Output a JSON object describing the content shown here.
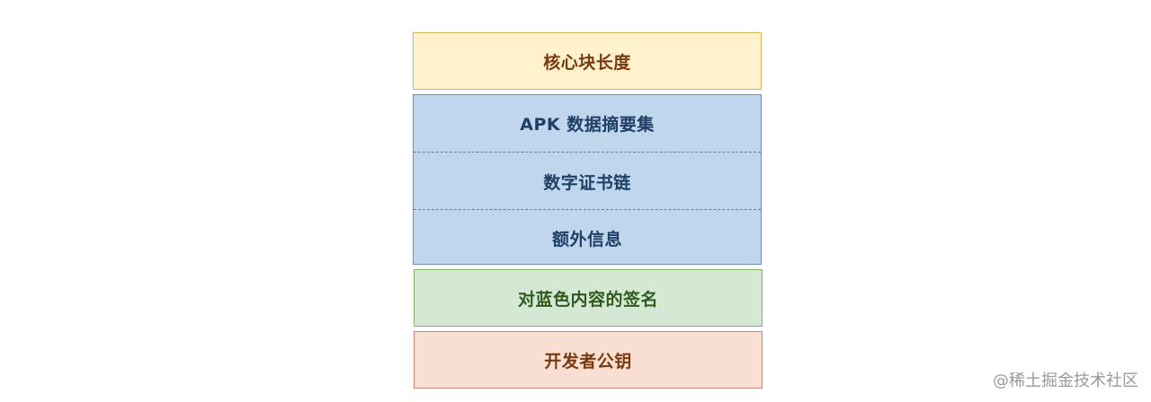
{
  "diagram": {
    "blocks": {
      "core_length": "核心块长度",
      "blue_section": {
        "apk_digests": "APK 数据摘要集",
        "cert_chain": "数字证书链",
        "extra_info": "额外信息"
      },
      "signature": "对蓝色内容的签名",
      "public_key": "开发者公钥"
    }
  },
  "watermark": "@稀土掘金技术社区",
  "colors": {
    "yellow_fill": "#fff2cc",
    "blue_fill": "#bfd6ec",
    "green_fill": "#d5e8d4",
    "peach_fill": "#f9dfd3"
  }
}
